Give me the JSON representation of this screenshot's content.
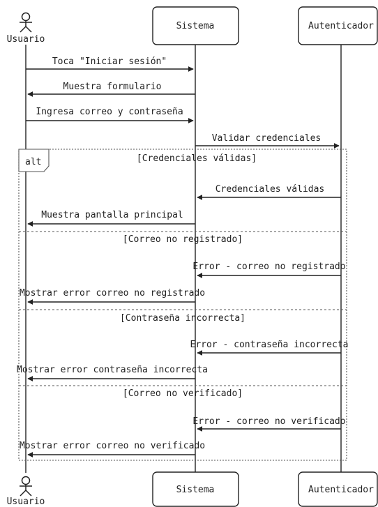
{
  "participants": [
    {
      "name": "Usuario",
      "kind": "actor"
    },
    {
      "name": "Sistema",
      "kind": "box"
    },
    {
      "name": "Autenticador",
      "kind": "box"
    }
  ],
  "messages": [
    {
      "label": "Toca \"Iniciar sesión\"",
      "from": "Usuario",
      "to": "Sistema"
    },
    {
      "label": "Muestra formulario",
      "from": "Sistema",
      "to": "Usuario"
    },
    {
      "label": "Ingresa correo y contraseña",
      "from": "Usuario",
      "to": "Sistema"
    },
    {
      "label": "Validar credenciales",
      "from": "Sistema",
      "to": "Autenticador"
    },
    {
      "label": "Credenciales válidas",
      "from": "Autenticador",
      "to": "Sistema"
    },
    {
      "label": "Muestra pantalla principal",
      "from": "Sistema",
      "to": "Usuario"
    },
    {
      "label": "Error - correo no registrado",
      "from": "Autenticador",
      "to": "Sistema"
    },
    {
      "label": "Mostrar error correo no registrado",
      "from": "Sistema",
      "to": "Usuario"
    },
    {
      "label": "Error - contraseña incorrecta",
      "from": "Autenticador",
      "to": "Sistema"
    },
    {
      "label": "Mostrar error contraseña incorrecta",
      "from": "Sistema",
      "to": "Usuario"
    },
    {
      "label": "Error - correo no verificado",
      "from": "Autenticador",
      "to": "Sistema"
    },
    {
      "label": "Mostrar error correo no verificado",
      "from": "Sistema",
      "to": "Usuario"
    }
  ],
  "fragment": {
    "keyword": "alt",
    "conditions": [
      "[Credenciales válidas]",
      "[Correo no registrado]",
      "[Contraseña incorrecta]",
      "[Correo no verificado]"
    ]
  },
  "colors": {
    "line": "#222222",
    "box_border": "#222222",
    "box_fill": "#ffffff",
    "fragment_border": "#555555"
  }
}
